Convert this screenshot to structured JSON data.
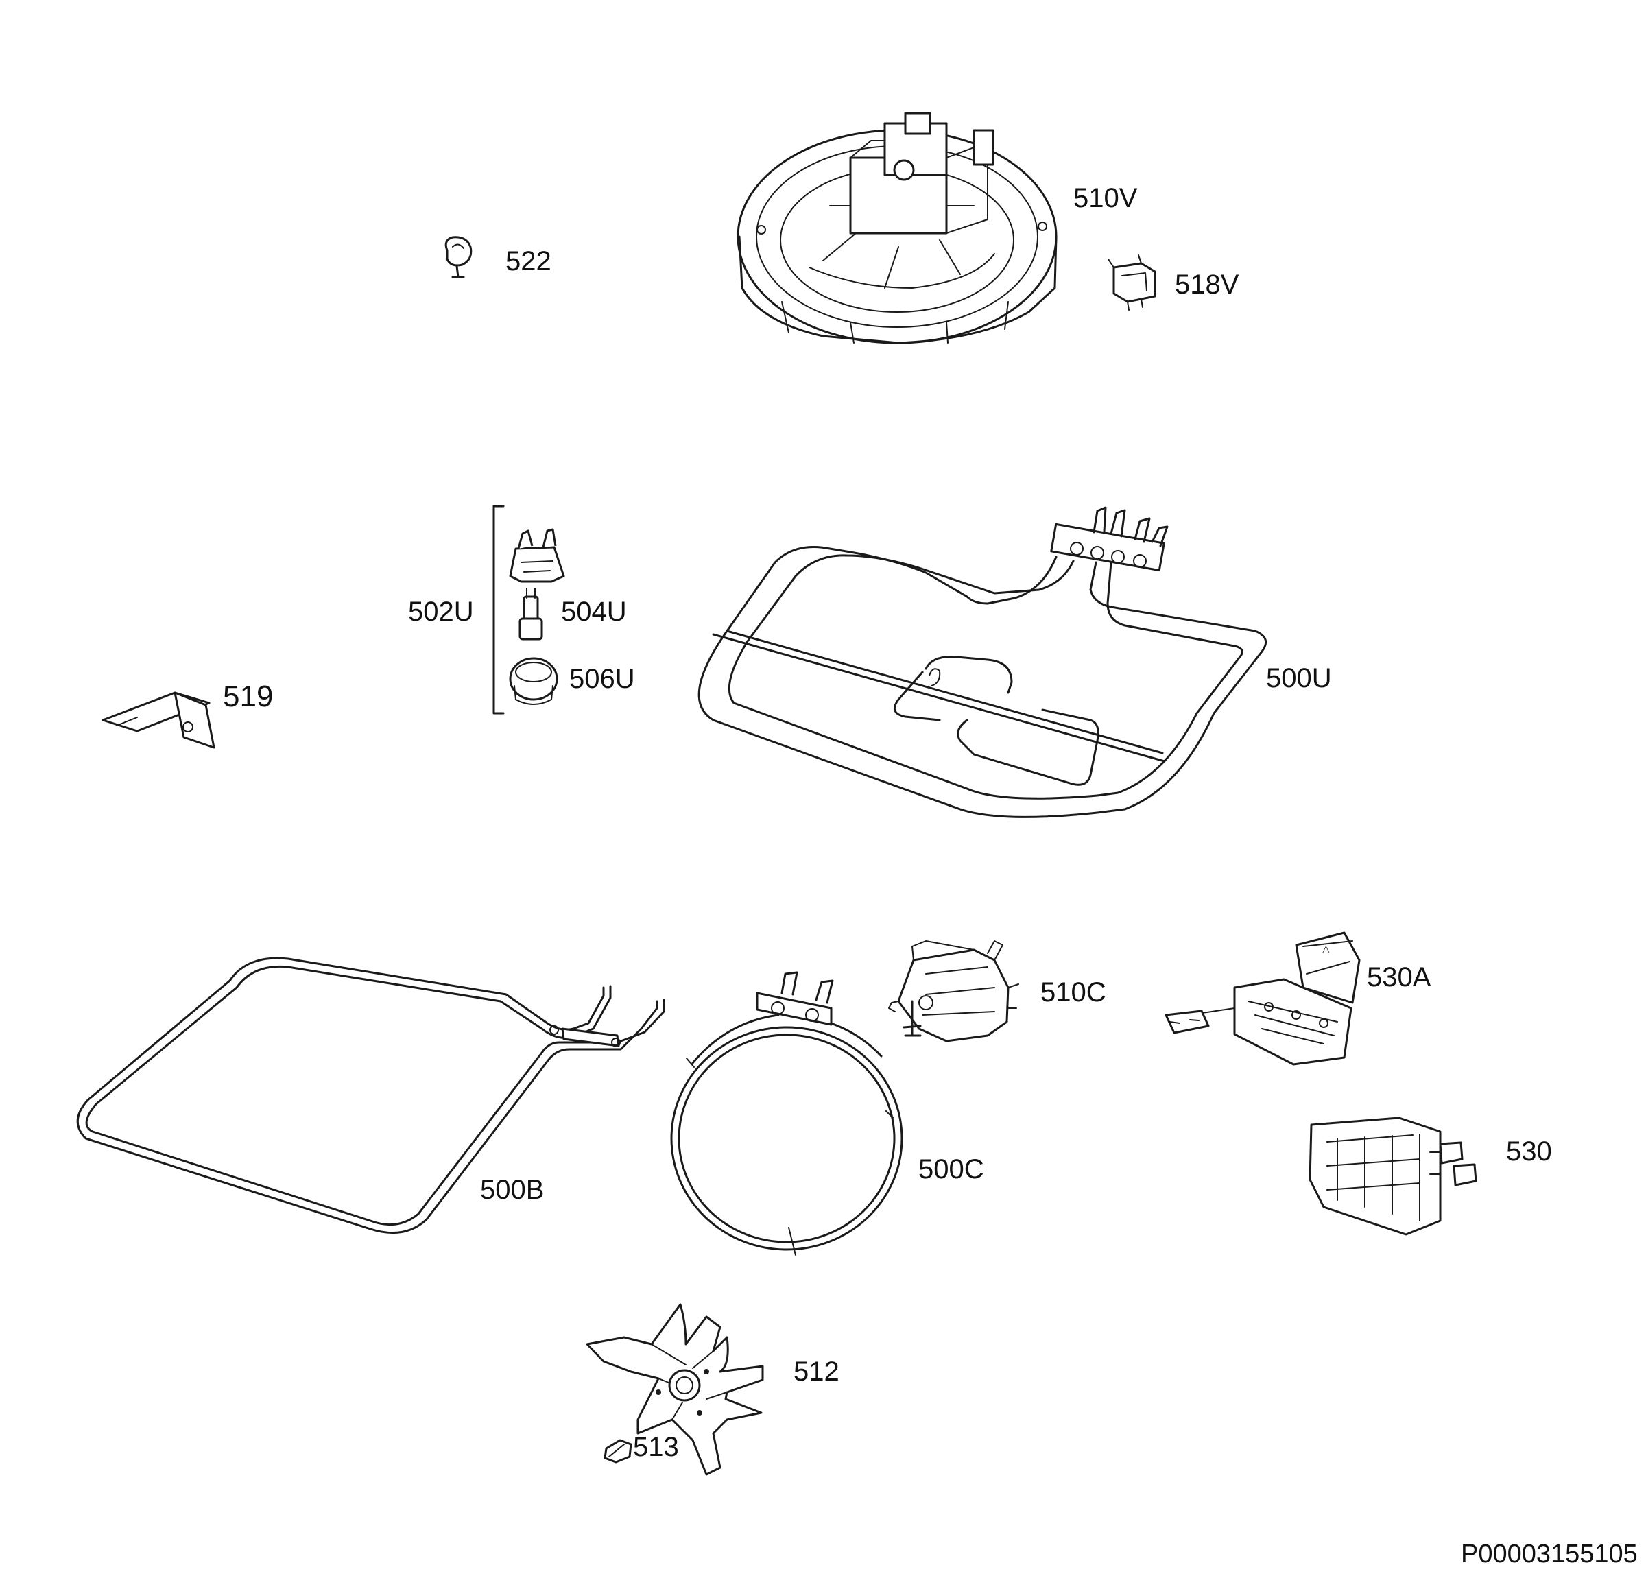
{
  "parts": [
    {
      "id": "p510V",
      "label": "510V"
    },
    {
      "id": "p522",
      "label": "522"
    },
    {
      "id": "p518V",
      "label": "518V"
    },
    {
      "id": "p502U",
      "label": "502U"
    },
    {
      "id": "p504U",
      "label": "504U"
    },
    {
      "id": "p506U",
      "label": "506U"
    },
    {
      "id": "p519",
      "label": "519"
    },
    {
      "id": "p500U",
      "label": "500U"
    },
    {
      "id": "p500B",
      "label": "500B"
    },
    {
      "id": "p510C",
      "label": "510C"
    },
    {
      "id": "p530A",
      "label": "530A"
    },
    {
      "id": "p500C",
      "label": "500C"
    },
    {
      "id": "p530",
      "label": "530"
    },
    {
      "id": "p512",
      "label": "512"
    },
    {
      "id": "p513",
      "label": "513"
    }
  ],
  "drawing_code": "P00003155105"
}
